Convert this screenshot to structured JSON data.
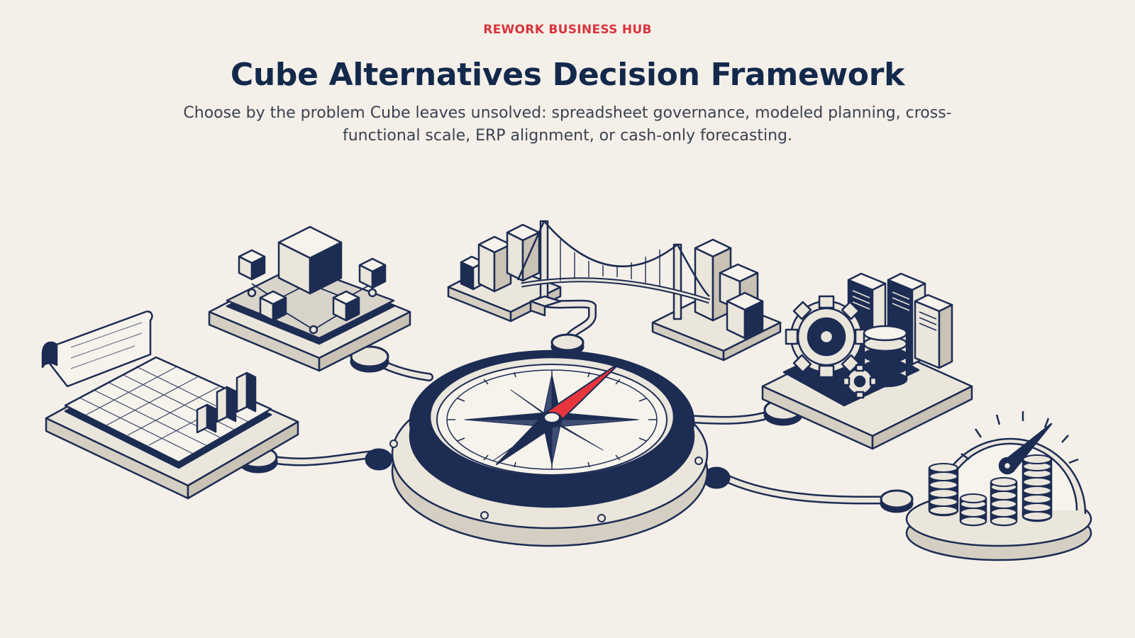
{
  "header": {
    "brand": "REWORK BUSINESS HUB",
    "title": "Cube Alternatives Decision Framework",
    "subtitle": "Choose by the problem Cube leaves unsolved: spreadsheet governance, modeled planning, cross-functional scale, ERP alignment, or cash-only forecasting."
  },
  "colors": {
    "background": "#f4f0e9",
    "navy": "#1d2c53",
    "accent_red": "#e8353c",
    "platform_light": "#ebe6dc",
    "platform_side": "#d5cfc3",
    "outline": "#1d2c53"
  },
  "diagram": {
    "hub": {
      "icon": "compass-icon"
    },
    "nodes": [
      {
        "id": "spreadsheet-governance",
        "icon": "spreadsheet-chart-icon"
      },
      {
        "id": "modeled-planning",
        "icon": "cube-network-icon"
      },
      {
        "id": "cross-functional-scale",
        "icon": "bridge-icon"
      },
      {
        "id": "erp-alignment",
        "icon": "gears-database-icon"
      },
      {
        "id": "cash-only-forecasting",
        "icon": "gauge-coins-icon"
      }
    ]
  }
}
